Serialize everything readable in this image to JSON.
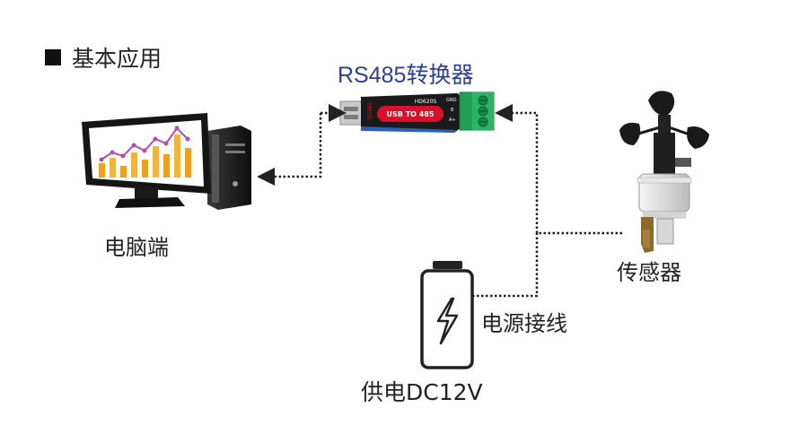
{
  "section": {
    "title": "基本应用"
  },
  "labels": {
    "converter": "RS485转换器",
    "computer": "电脑端",
    "sensor": "传感器",
    "power_wiring": "电源接线",
    "power_supply": "供电DC12V"
  },
  "device": {
    "model": "HD620S",
    "face_text": "USB TO 485",
    "side_text": "RS485",
    "terminals": [
      "GND",
      "B",
      "A+"
    ]
  },
  "colors": {
    "converter_label": "#2b3f8f",
    "converter_body": "#1a1a1a",
    "converter_face": "#d8102b",
    "terminal_block": "#22a05a",
    "bars": "#f0a020",
    "trend_line": "#b04fb0",
    "connector": "#222222"
  },
  "icons": [
    "computer-icon",
    "usb-rs485-converter-icon",
    "anemometer-sensor-icon",
    "battery-icon",
    "lightning-icon"
  ]
}
